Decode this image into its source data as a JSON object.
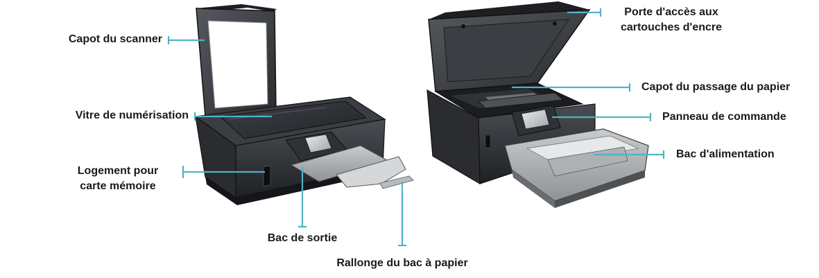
{
  "diagram": {
    "accent_color": "#4fb3c4",
    "left_device_icon": "printer-scanner-lid-open-icon",
    "right_device_icon": "printer-cartridge-door-open-icon",
    "callouts": {
      "scanner_lid": "Capot du scanner",
      "scanner_glass": "Vitre de numérisation",
      "memory_slot_line1": "Logement pour",
      "memory_slot_line2": "carte mémoire",
      "output_tray": "Bac de sortie",
      "tray_extender": "Rallonge du bac à papier",
      "cartridge_door_line1": "Porte d'accès aux",
      "cartridge_door_line2": "cartouches d'encre",
      "paper_path_cover": "Capot du passage du papier",
      "control_panel": "Panneau de commande",
      "input_tray": "Bac d'alimentation"
    }
  }
}
